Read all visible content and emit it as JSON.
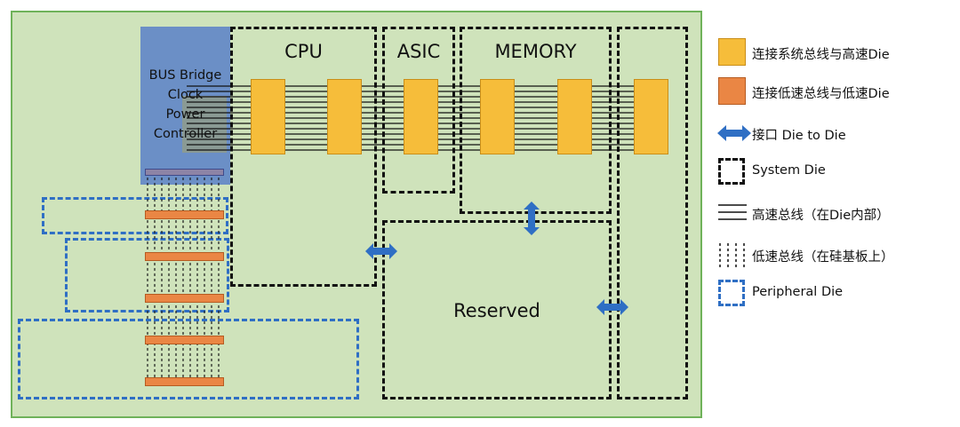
{
  "bridge": {
    "lines": [
      "BUS Bridge",
      "Clock",
      "Power",
      "Controller"
    ]
  },
  "dies": {
    "cpu": "CPU",
    "asic": "ASIC",
    "memory": "MEMORY",
    "reserved": "Reserved"
  },
  "legend": {
    "high_speed_die": "连接系统总线与高速Die",
    "low_speed_die": "连接低速总线与低速Die",
    "interface": "接口 Die to Die",
    "system_die": "System Die",
    "high_speed_bus": "高速总线（在Die内部）",
    "low_speed_bus": "低速总线（在硅基板上）",
    "peripheral_die": "Peripheral Die"
  },
  "colors": {
    "board": "#cfe3bb",
    "board_border": "#6fb25a",
    "bridge": "#6b8fc6",
    "chip_yellow": "#f6bd3a",
    "chip_orange": "#ea8644",
    "arrow_blue": "#2f6fc4",
    "peripheral_border": "#2f6fc4"
  }
}
